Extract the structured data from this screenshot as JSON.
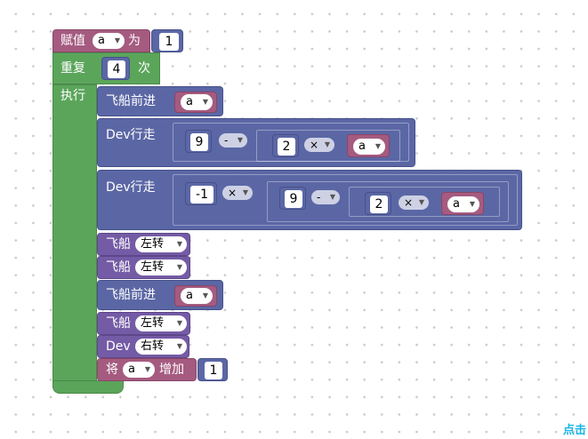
{
  "set_block": {
    "label": "赋值",
    "var": "a",
    "to": "为",
    "value": "1"
  },
  "repeat_block": {
    "label": "重复",
    "times": "4",
    "unit": "次",
    "do": "执行"
  },
  "forward1": {
    "label": "飞船前进",
    "var": "a"
  },
  "dev_move1": {
    "label": "Dev行走",
    "a": "9",
    "op1": "-",
    "b": "2",
    "op2": "×",
    "var": "a"
  },
  "dev_move2": {
    "label": "Dev行走",
    "a": "-1",
    "op1": "×",
    "b": "9",
    "op2": "-",
    "c": "2",
    "op3": "×",
    "var": "a"
  },
  "turn1": {
    "label": "飞船",
    "dir": "左转"
  },
  "turn2": {
    "label": "飞船",
    "dir": "左转"
  },
  "forward2": {
    "label": "飞船前进",
    "var": "a"
  },
  "turn3": {
    "label": "飞船",
    "dir": "左转"
  },
  "dev_turn": {
    "label": "Dev",
    "dir": "右转"
  },
  "change_block": {
    "label": "将",
    "var": "a",
    "by": "增加",
    "value": "1"
  },
  "hint": "点击",
  "colors": {
    "variable": "#a55b80",
    "math": "#5b67a5",
    "loop": "#5ba55b",
    "motion": "#745ba5",
    "hint": "#18b5e6"
  }
}
